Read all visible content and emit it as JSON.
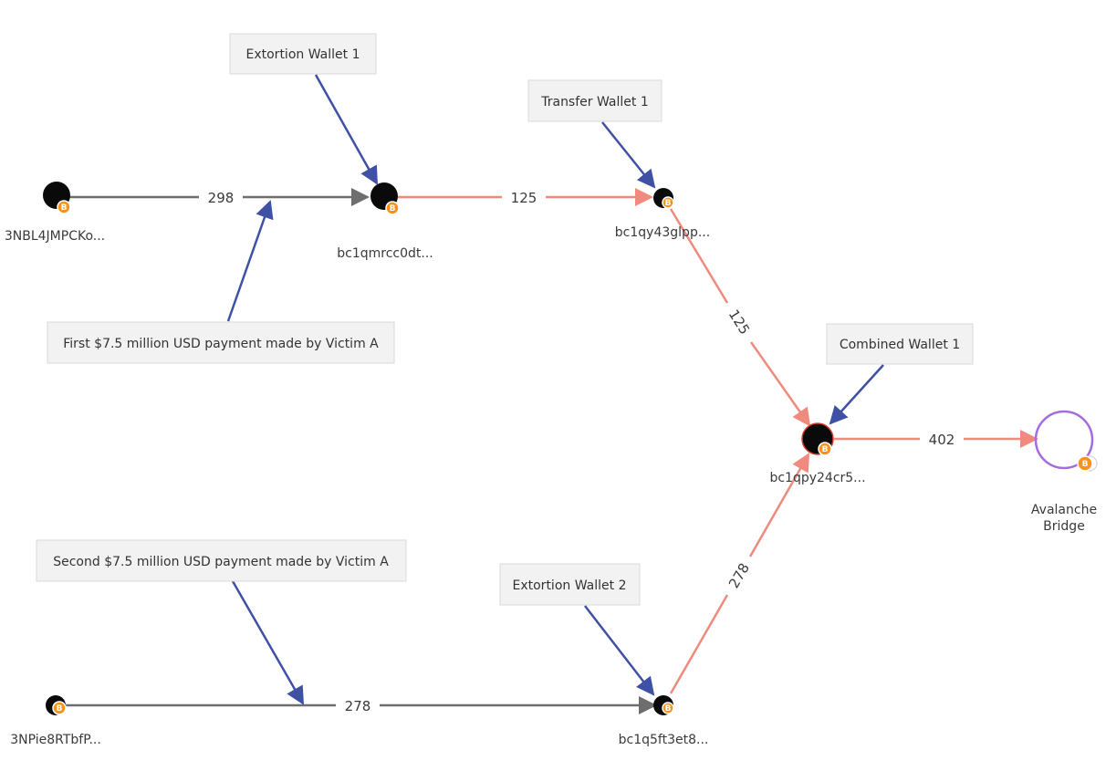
{
  "nodes": {
    "source_1": {
      "label": "3NBL4JMPCKo..."
    },
    "extortion_wallet_1": {
      "label": "bc1qmrcc0dt..."
    },
    "transfer_wallet_1": {
      "label": "bc1qy43glpp..."
    },
    "combined_wallet_1": {
      "label": "bc1qpy24cr5..."
    },
    "avalanche_bridge": {
      "label_line1": "Avalanche",
      "label_line2": "Bridge"
    },
    "source_2": {
      "label": "3NPie8RTbfP..."
    },
    "extortion_wallet_2": {
      "label": "bc1q5ft3et8..."
    }
  },
  "edges": {
    "src1_to_ew1": {
      "amount": "298"
    },
    "ew1_to_tw1": {
      "amount": "125"
    },
    "tw1_to_cw1": {
      "amount": "125"
    },
    "cw1_to_bridge": {
      "amount": "402"
    },
    "src2_to_ew2": {
      "amount": "278"
    },
    "ew2_to_cw1": {
      "amount": "278"
    }
  },
  "callouts": {
    "extortion_wallet_1": "Extortion Wallet 1",
    "transfer_wallet_1": "Transfer Wallet 1",
    "first_payment": "First $7.5 million USD payment made by Victim A",
    "combined_wallet_1": "Combined Wallet 1",
    "second_payment": "Second $7.5 million USD payment made by Victim A",
    "extortion_wallet_2": "Extortion Wallet 2"
  },
  "icons": {
    "wallet_node": "wallet-node-icon",
    "bitcoin_badge": "bitcoin-icon",
    "bridge_node": "bridge-ring-icon"
  },
  "colors": {
    "gray_edge": "#6e6e6e",
    "red_edge": "#f08a7e",
    "blue_pointer": "#3f51a5",
    "bitcoin": "#f7931a",
    "bridge_ring": "#a56be0",
    "callout_fill": "#f2f2f2",
    "callout_border": "#dadada"
  }
}
